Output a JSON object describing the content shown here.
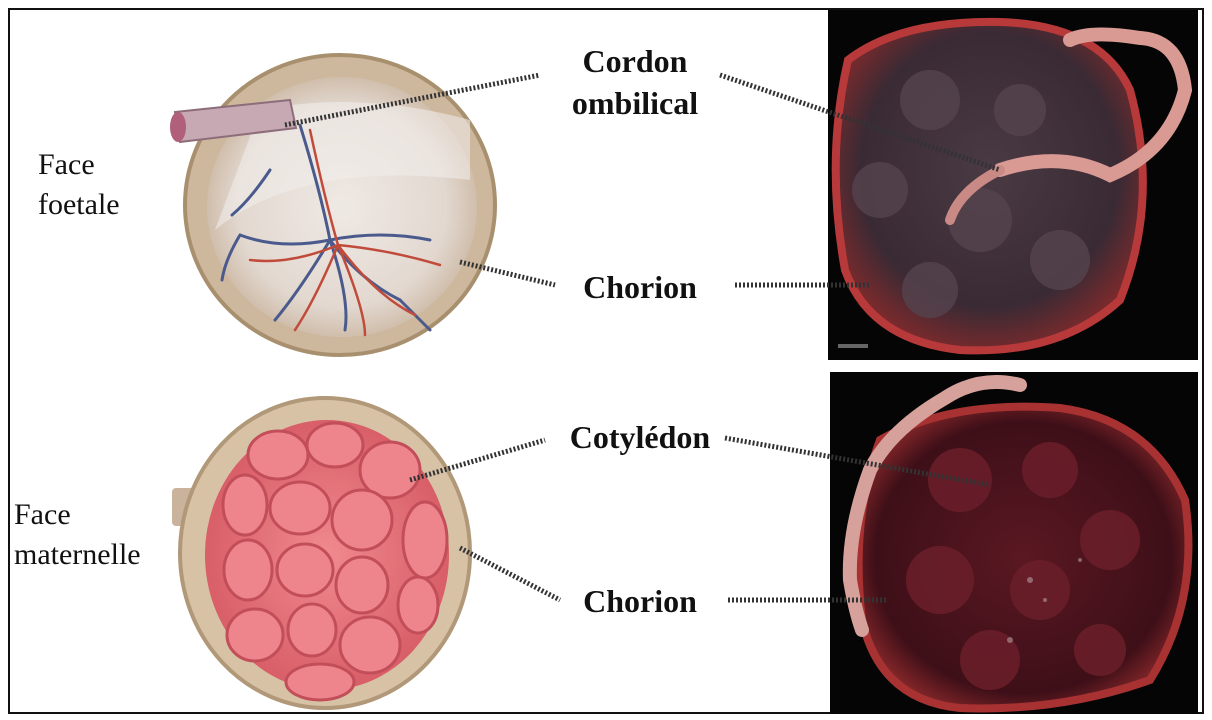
{
  "labels": {
    "face_foetale": [
      "Face",
      "foetale"
    ],
    "face_maternelle": [
      "Face",
      "maternelle"
    ],
    "cordon_ombilical": [
      "Cordon",
      "ombilical"
    ],
    "chorion_top": "Chorion",
    "cotyledon": "Cotylédon",
    "chorion_bottom": "Chorion"
  },
  "photo_caption_small": "",
  "colors": {
    "membrane": "#d8c3a8",
    "fetal_surface": "#e9e2dc",
    "vessel_blue": "#4b5a8c",
    "vessel_red": "#c14b3a",
    "cotyledon_pink": "#e46f78",
    "photo_bg": "#050505",
    "placenta_dark": "#3b1018",
    "cord_pink": "#d99a93"
  }
}
